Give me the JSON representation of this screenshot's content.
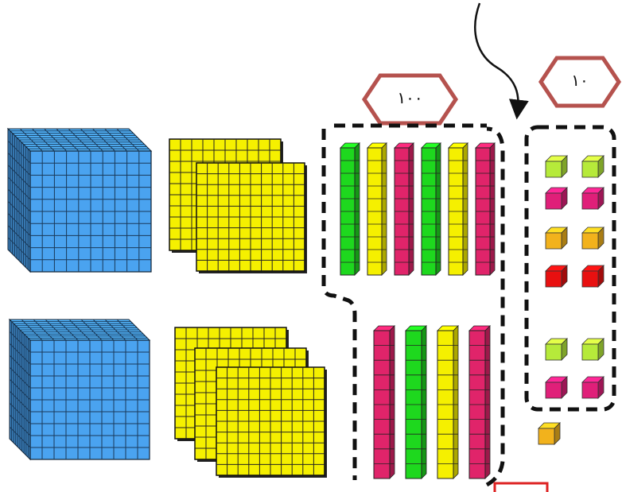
{
  "labels": {
    "hundred": "١٠٠",
    "ten": "١٠"
  },
  "colors": {
    "cube_blue": "#4aa3f0",
    "flat_yellow": "#f5f000",
    "rod_green": "#1ed81e",
    "rod_yellow": "#f5f000",
    "rod_magenta": "#e0246a",
    "unit_lime": "#b6ea3a",
    "unit_magenta": "#e01f79",
    "unit_orange": "#f2b21c",
    "unit_red": "#e81010",
    "hexagon_stroke": "#b5524e",
    "dashed_stroke": "#111111"
  },
  "icons": {
    "cube": "thousand-cube-icon",
    "flat": "hundred-flat-icon",
    "rod": "ten-rod-icon",
    "unit": "unit-cube-icon"
  },
  "counts": {
    "row1": {
      "cubes": 1,
      "flats": 2,
      "rods": 6
    },
    "row2": {
      "cubes": 1,
      "flats": 3,
      "rods": 4
    },
    "units_in_group": 12,
    "units_outside": 1
  }
}
